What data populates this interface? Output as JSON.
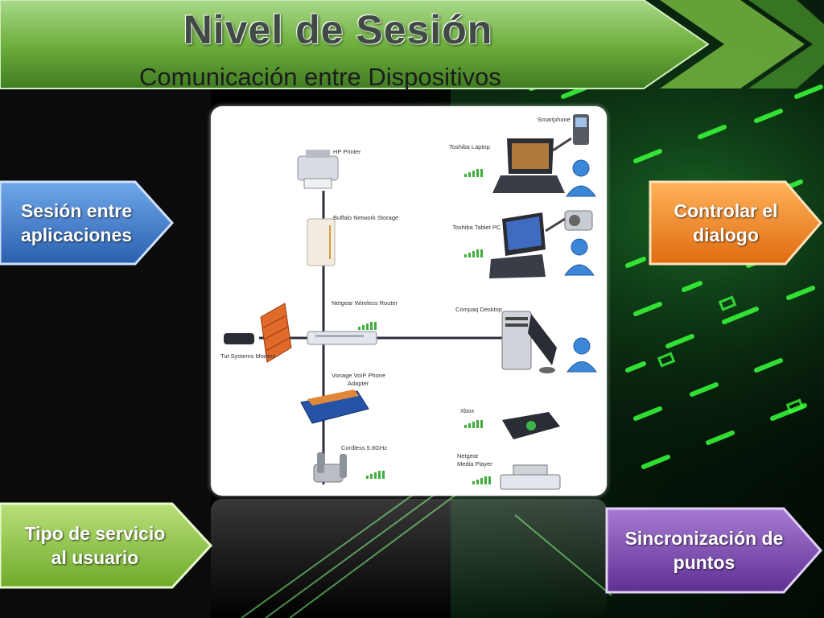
{
  "slide": {
    "title": "Nivel de Sesión",
    "subtitle": "Comunicación entre Dispositivos"
  },
  "buttons": {
    "sesion": {
      "label": "Sesión entre aplicaciones",
      "line1": "Sesión entre",
      "line2": "aplicaciones",
      "color": "#3a78c8"
    },
    "controlar": {
      "label": "Controlar el dialogo",
      "line1": "Controlar el",
      "line2": "dialogo",
      "color": "#f08a1c"
    },
    "tipo": {
      "label": "Tipo de servicio al usuario",
      "line1": "Tipo de servicio",
      "line2": "al usuario",
      "color": "#8cc63e"
    },
    "sincronizacion": {
      "label": "Sincronización de puntos",
      "line1": "Sincronización de",
      "line2": "puntos",
      "color": "#7b48a8"
    }
  },
  "diagram": {
    "devices": {
      "smartphone": "Smartphone",
      "hp_printer": "HP Printer",
      "toshiba_laptop": "Toshiba Laptop",
      "buffalo_storage": "Buffalo Network Storage",
      "toshiba_tablet": "Toshiba Tablet PC",
      "netgear_router": "Netgear Wireless Router",
      "compaq_desktop": "Compaq Desktop",
      "tut_modem": "Tut Systems Modem",
      "vonage_line1": "Vonage VoIP Phone",
      "vonage_line2": "Adapter",
      "xbox": "Xbox",
      "cordless": "Cordless 5.8GHz",
      "netgear_media_line1": "Netgear",
      "netgear_media_line2": "Media Player"
    }
  },
  "colors": {
    "background_dark": "#000000",
    "green_glow": "#39ff3a",
    "header_green": "#6fb03e"
  }
}
